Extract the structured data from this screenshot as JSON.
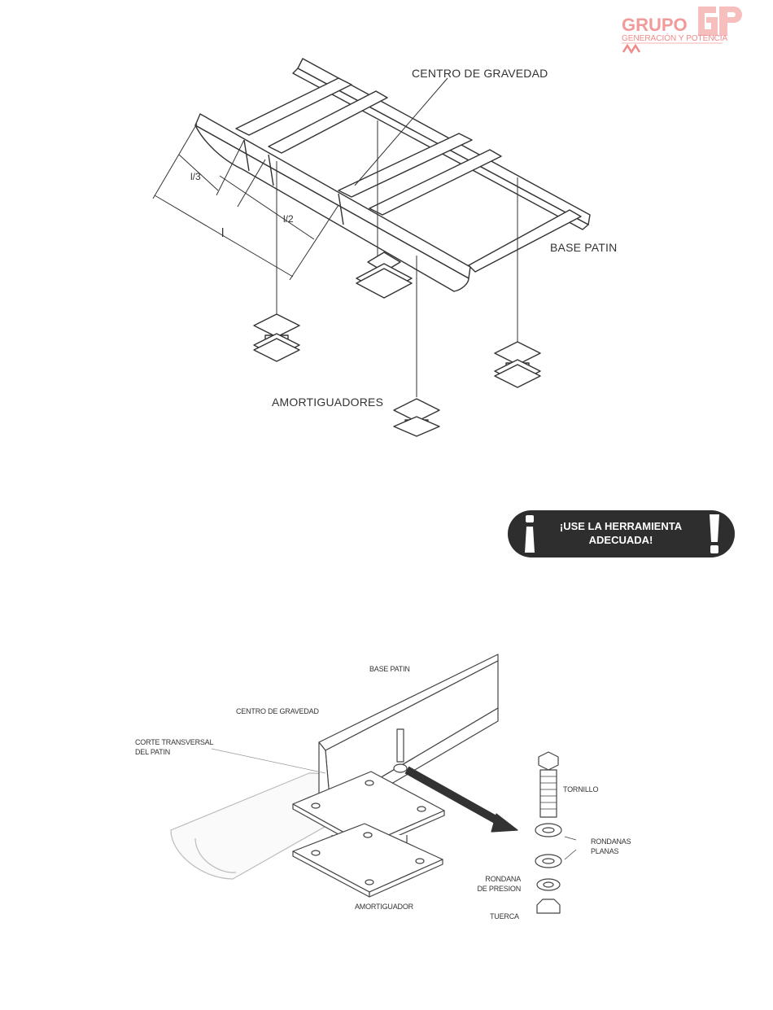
{
  "logo": {
    "word": "GRUPO",
    "initials": "GP",
    "tagline": "GENERACIÓN Y POTENCIA",
    "color": "#f29a9a"
  },
  "top_figure": {
    "labels": {
      "centro_gravedad": "CENTRO DE GRAVEDAD",
      "base_patin": "BASE PATIN",
      "amortiguadores": "AMORTIGUADORES",
      "dim_third": "l/3",
      "dim_half": "l/2",
      "dim_full": "l"
    }
  },
  "alert": {
    "line1": "¡USE LA HERRAMIENTA",
    "line2": "ADECUADA!",
    "background": "#2e2e2e",
    "text_color": "#ffffff"
  },
  "bottom_figure": {
    "labels": {
      "base_patin": "BASE PATIN",
      "centro_gravedad": "CENTRO DE GRAVEDAD",
      "corte_line1": "CORTE TRANSVERSAL",
      "corte_line2": "DEL PATIN",
      "tornillo": "TORNILLO",
      "rondanas_line1": "RONDANAS",
      "rondanas_line2": "PLANAS",
      "rondana_presion_line1": "RONDANA",
      "rondana_presion_line2": "DE PRESION",
      "amortiguador": "AMORTIGUADOR",
      "tuerca": "TUERCA"
    }
  }
}
